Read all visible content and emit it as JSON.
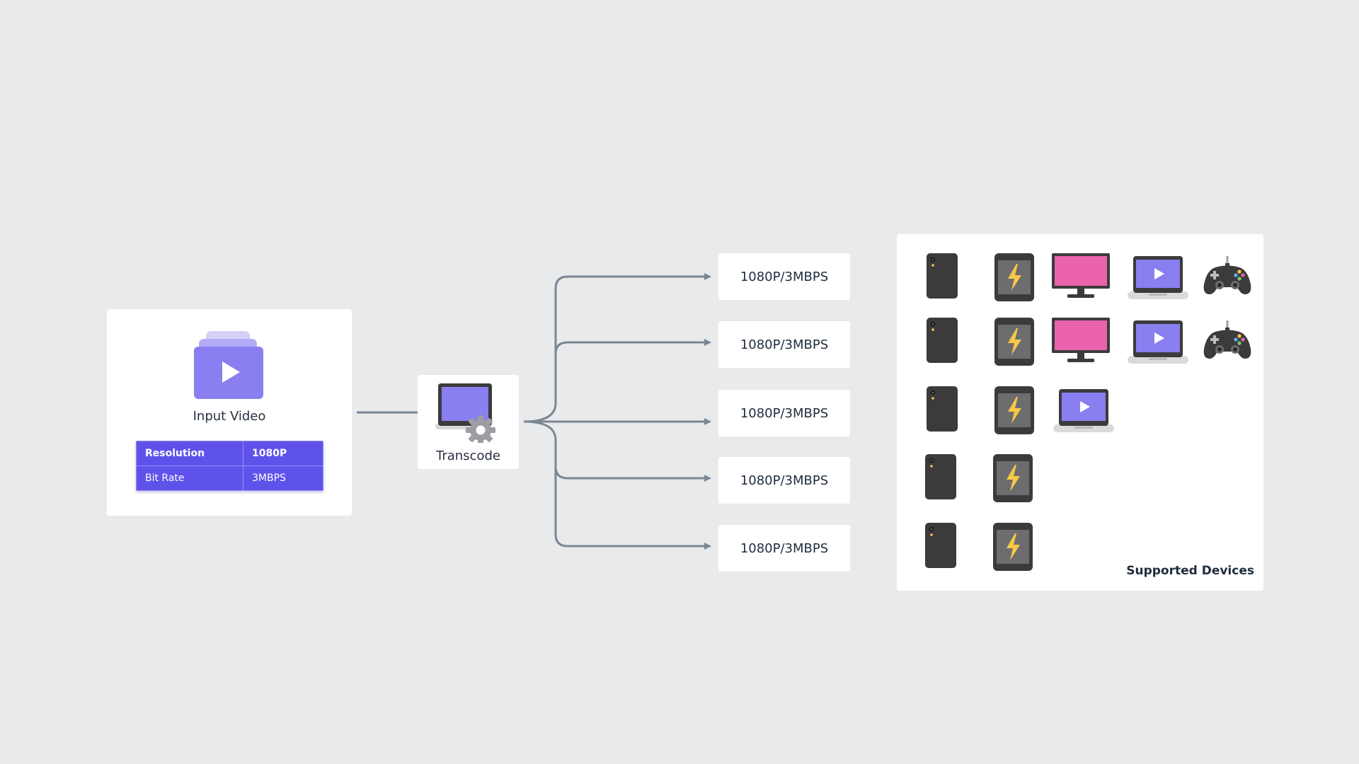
{
  "input": {
    "title": "Input Video",
    "rows": [
      {
        "label": "Resolution",
        "value": "1080P"
      },
      {
        "label": "Bit Rate",
        "value": "3MBPS"
      }
    ]
  },
  "transcode": {
    "title": "Transcode"
  },
  "outputs": [
    "1080P/3MBPS",
    "1080P/3MBPS",
    "1080P/3MBPS",
    "1080P/3MBPS",
    "1080P/3MBPS"
  ],
  "devices": {
    "caption": "Supported Devices",
    "rows": [
      [
        "phone",
        "tablet",
        "monitor",
        "laptop",
        "gamepad"
      ],
      [
        "phone",
        "tablet",
        "monitor",
        "laptop",
        "gamepad"
      ],
      [
        "phone",
        "tablet",
        "laptop"
      ],
      [
        "phone",
        "tablet"
      ],
      [
        "phone",
        "tablet"
      ]
    ]
  },
  "colors": {
    "background": "#e9eaec",
    "accent": "#5f52eb",
    "video_icon": "#8a7ff0",
    "connector": "#7a8794",
    "monitor_screen": "#ea63ac",
    "bolt": "#f7c945",
    "device_body": "#3b3b3b"
  }
}
